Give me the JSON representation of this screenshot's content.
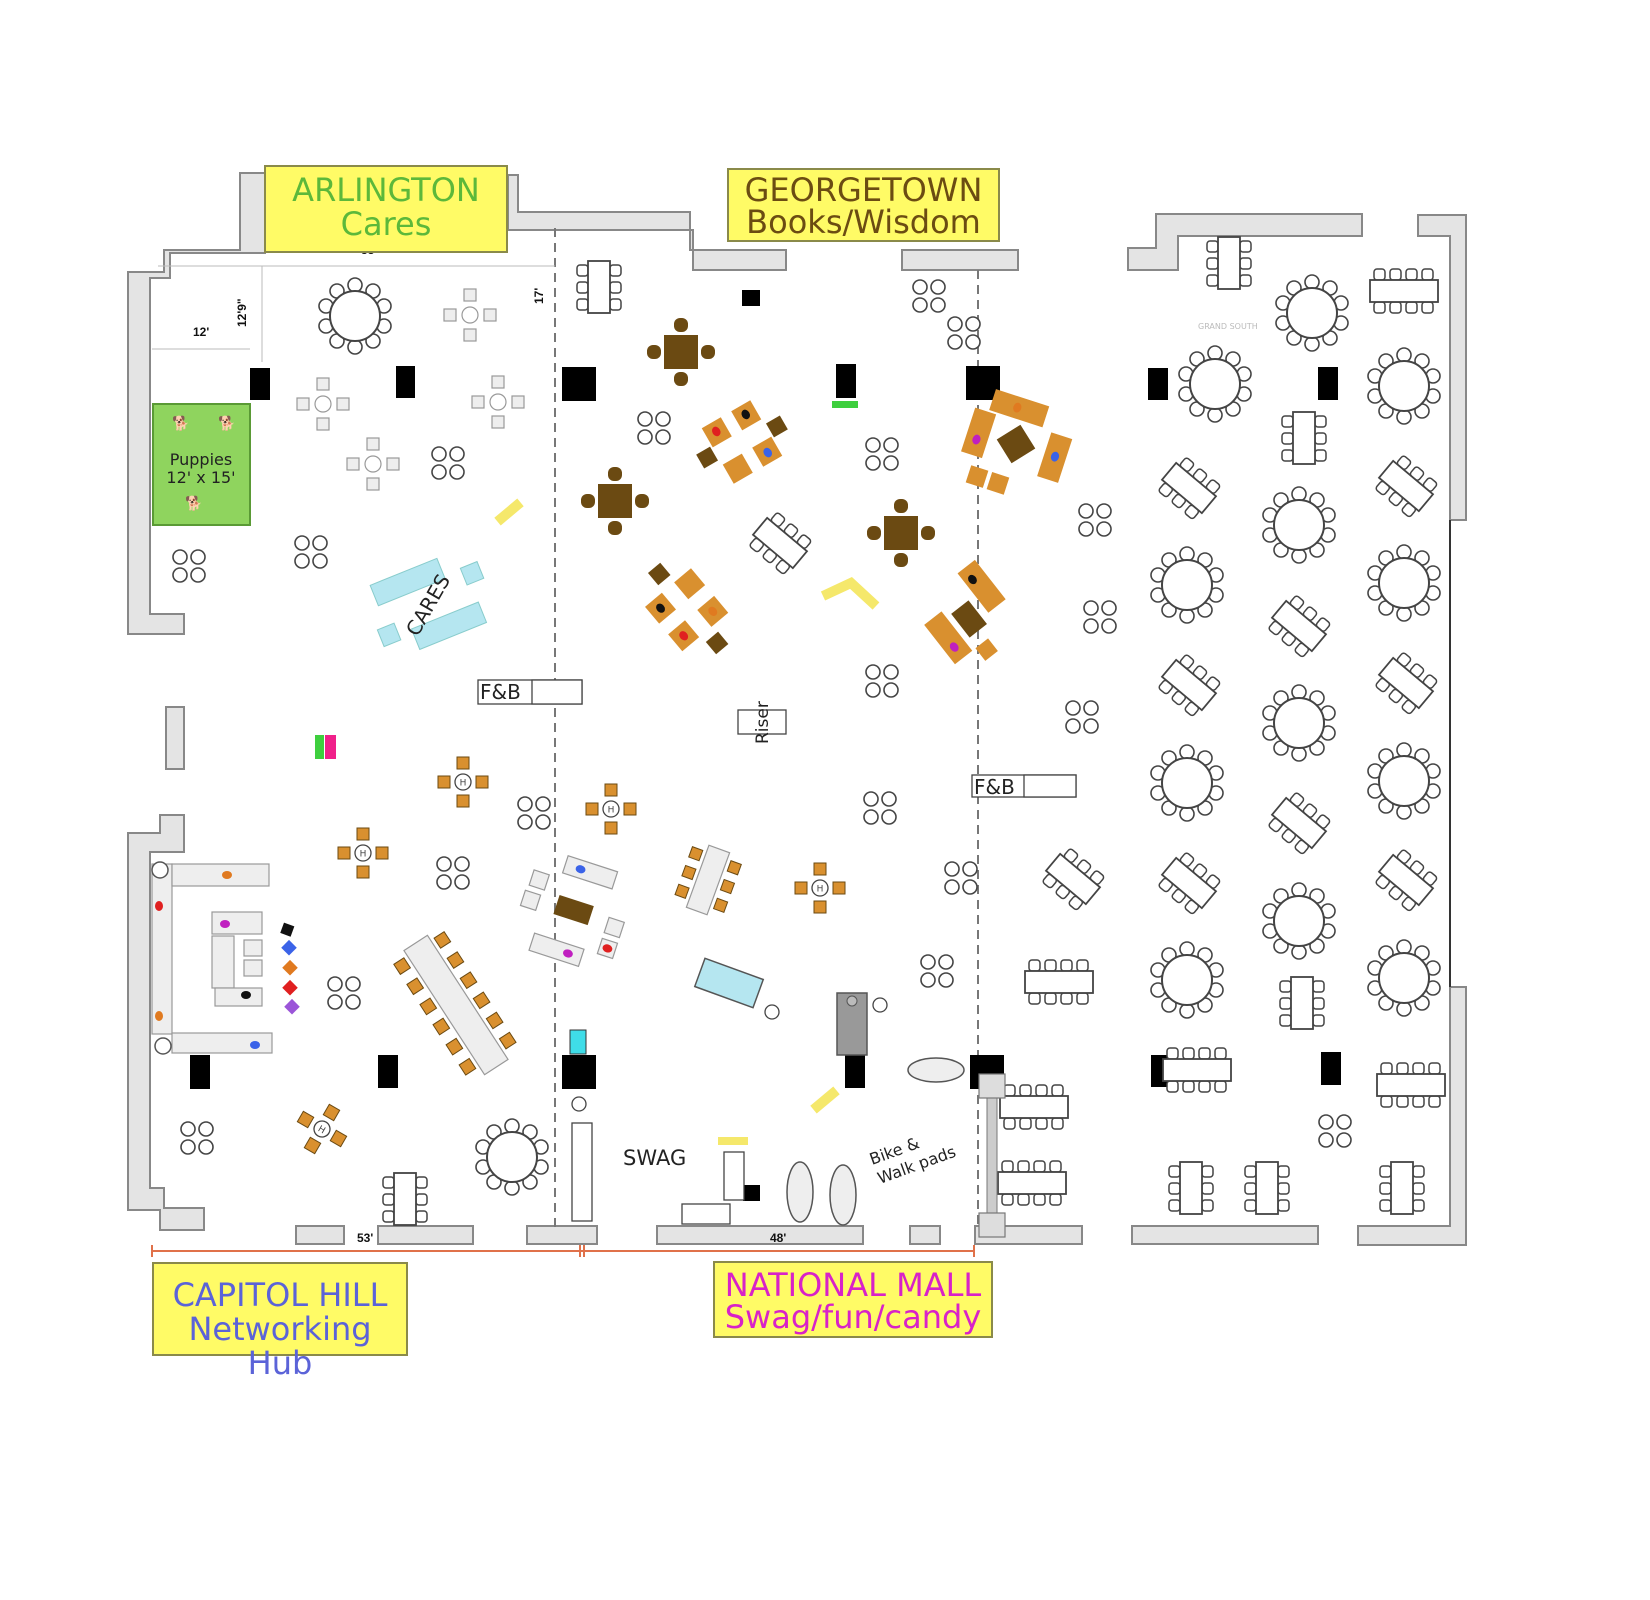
{
  "zones": {
    "arlington": {
      "line1": "ARLINGTON",
      "line2": "Cares",
      "color": "#5cb83a"
    },
    "georgetown": {
      "line1": "GEORGETOWN",
      "line2": "Books/Wisdom",
      "color": "#6b4c12"
    },
    "capitol_hill": {
      "line1": "CAPITOL HILL",
      "line2": "Networking Hub",
      "color": "#5b63d8"
    },
    "national_mall": {
      "line1": "NATIONAL MALL",
      "line2": "Swag/fun/candy",
      "color": "#d822c8"
    }
  },
  "puppies": {
    "title": "Puppies",
    "size": "12' x 15'",
    "color": "#8fd45e"
  },
  "labels": {
    "cares": "CARES",
    "fb_left": "F&B",
    "fb_right": "F&B",
    "riser": "Riser",
    "swag": "SWAG",
    "bike_line1": "Bike &",
    "bike_line2": "Walk pads",
    "grand_south": "GRAND SOUTH"
  },
  "dimensions": {
    "top_width": "53'",
    "bottom_left_width": "53'",
    "bottom_mid_width": "48'",
    "left_12": "12'",
    "left_12_9": "12'9\"",
    "depth_17": "17'"
  },
  "colors": {
    "wall": "#e4e4e4",
    "wood_dark": "#6b4a12",
    "wood_light": "#d9902f",
    "cares_blue": "#b5e6f0",
    "yellow_label": "#fffb66",
    "column": "#000000",
    "dim_line": "#e0714a"
  }
}
